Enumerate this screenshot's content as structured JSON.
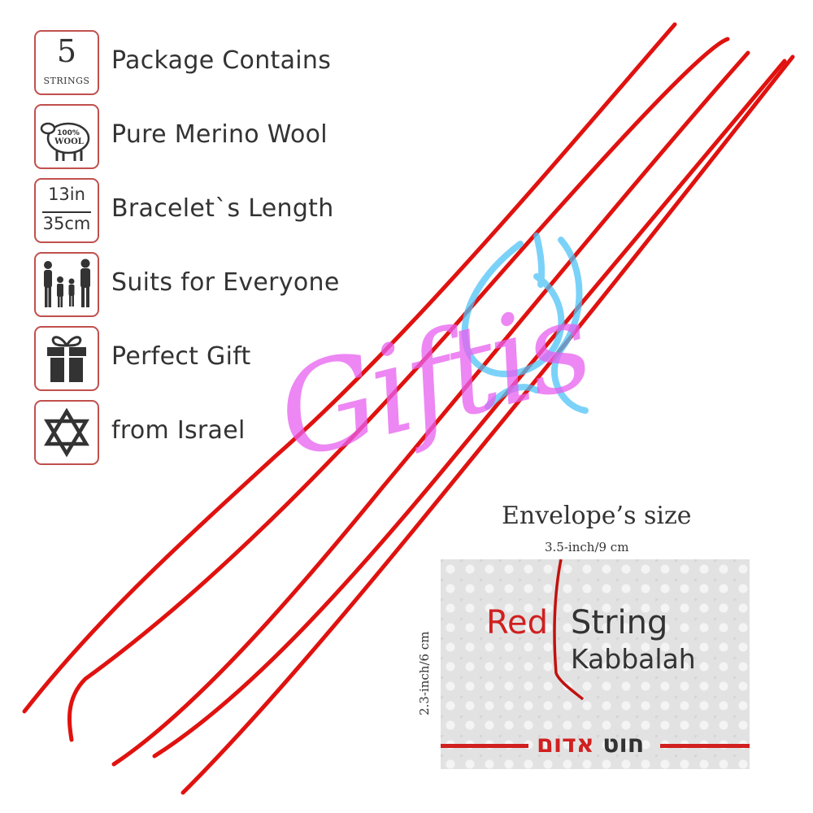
{
  "features": [
    {
      "icon": "strings-count-icon",
      "icon_text_1": "5",
      "icon_text_2": "STRINGS",
      "label": "Package Contains"
    },
    {
      "icon": "sheep-icon",
      "icon_text_1": "100%",
      "icon_text_2": "WOOL",
      "label": "Pure Merino Wool"
    },
    {
      "icon": "length-icon",
      "icon_text_1": "13in",
      "icon_text_2": "35cm",
      "label": "Bracelet`s Length"
    },
    {
      "icon": "family-icon",
      "label": "Suits for Everyone"
    },
    {
      "icon": "gift-icon",
      "label": "Perfect Gift"
    },
    {
      "icon": "star-of-david-icon",
      "label": "from Israel"
    }
  ],
  "watermark": {
    "text": "Giftis"
  },
  "envelope": {
    "title": "Envelope’s size",
    "width_label": "3.5-inch/9 cm",
    "height_label": "2.3-inch/6 cm",
    "word_red": "Red",
    "word_string": "String",
    "word_kabbalah": "Kabbalah",
    "hebrew_red_word": "אדום",
    "hebrew_black_word": "חוט"
  },
  "colors": {
    "accent": "#d0201f",
    "border": "#c0504d",
    "watermark_pink": "#e85ff0",
    "watermark_blue": "#4fc3f7"
  }
}
